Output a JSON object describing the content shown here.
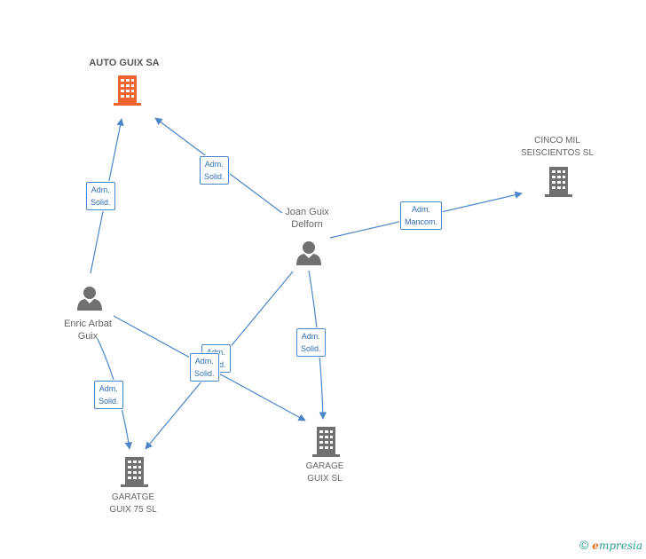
{
  "colors": {
    "edge": "#4a86c8",
    "company": "#707070",
    "main_company": "#f06430",
    "person": "#707070"
  },
  "nodes": {
    "auto_guix": {
      "name": "AUTO GUIX SA",
      "icon": "building-icon"
    },
    "cinco_mil": {
      "line1": "CINCO MIL",
      "line2": "SEISCIENTOS SL",
      "icon": "building-icon"
    },
    "joan": {
      "line1": "Joan Guix",
      "line2": "Delforn",
      "icon": "person-icon"
    },
    "enric": {
      "line1": "Enric Arbat",
      "line2": "Guix",
      "icon": "person-icon"
    },
    "garage": {
      "line1": "GARAGE",
      "line2": "GUIX SL",
      "icon": "building-icon"
    },
    "garatge": {
      "line1": "GARATGE",
      "line2": "GUIX 75 SL",
      "icon": "building-icon"
    }
  },
  "edges": {
    "joan_auto": {
      "line1": "Adm.",
      "line2": "Solid."
    },
    "enric_auto": {
      "line1": "Adm.",
      "line2": "Solid."
    },
    "joan_cinco": {
      "line1": "Adm.",
      "line2": "Mancom."
    },
    "joan_garage": {
      "line1": "Adm.",
      "line2": "Solid."
    },
    "enric_garage": {
      "line1": "Adm.",
      "line2": "Solid."
    },
    "joan_garatge": {
      "line1": "Adm.",
      "line2": "Solid."
    },
    "enric_garatge": {
      "line1": "Adm.",
      "line2": "Solid."
    }
  },
  "footer": {
    "copyright": "©",
    "brand_e": "e",
    "brand_rest": "mpresia"
  }
}
